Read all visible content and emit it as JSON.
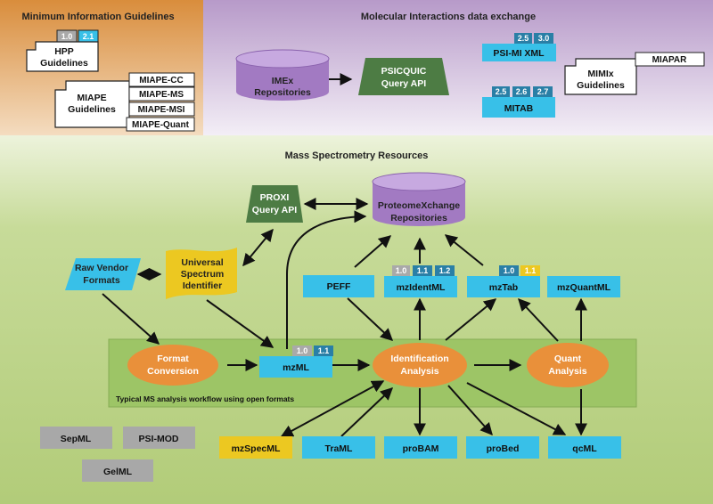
{
  "sections": {
    "min_info": "Minimum Information Guidelines",
    "mi_exchange": "Molecular Interactions data exchange",
    "ms_resources": "Mass Spectrometry Resources",
    "workflow_caption": "Typical MS analysis workflow using open formats"
  },
  "hpp": {
    "line1": "HPP",
    "line2": "Guidelines",
    "v1": "1.0",
    "v2": "2.1"
  },
  "miape": {
    "line1": "MIAPE",
    "line2": "Guidelines",
    "modules": [
      "MIAPE-CC",
      "MIAPE-MS",
      "MIAPE-MSI",
      "MIAPE-Quant"
    ]
  },
  "imex": {
    "line1": "IMEx",
    "line2": "Repositories"
  },
  "psicquic": {
    "line1": "PSICQUIC",
    "line2": "Query API"
  },
  "psimi": {
    "label": "PSI-MI XML",
    "v1": "2.5",
    "v2": "3.0"
  },
  "mitab": {
    "label": "MITAB",
    "v1": "2.5",
    "v2": "2.6",
    "v3": "2.7"
  },
  "mimix": {
    "line1": "MIMIx",
    "line2": "Guidelines",
    "tab": "MIAPAR"
  },
  "proxi": {
    "line1": "PROXI",
    "line2": "Query API"
  },
  "proteomexchange": {
    "line1": "ProteomeXchange",
    "line2": "Repositories"
  },
  "usi": {
    "line1": "Universal",
    "line2": "Spectrum",
    "line3": "Identifier"
  },
  "raw_vendor": {
    "line1": "Raw Vendor",
    "line2": "Formats"
  },
  "peff": "PEFF",
  "mzidentml": {
    "label": "mzIdentML",
    "v1": "1.0",
    "v2": "1.1",
    "v3": "1.2"
  },
  "mztab": {
    "label": "mzTab",
    "v1": "1.0",
    "v2": "1.1"
  },
  "mzquantml": "mzQuantML",
  "format_conversion": {
    "line1": "Format",
    "line2": "Conversion"
  },
  "mzml": {
    "label": "mzML",
    "v1": "1.0",
    "v2": "1.1"
  },
  "identification": {
    "line1": "Identification",
    "line2": "Analysis"
  },
  "quant": {
    "line1": "Quant",
    "line2": "Analysis"
  },
  "bottom_formats": [
    "mzSpecML",
    "TraML",
    "proBAM",
    "proBed",
    "qcML"
  ],
  "grey_formats": [
    "SepML",
    "PSI-MOD",
    "GelML"
  ],
  "colors": {
    "orange_panel": "#dea058",
    "purple_panel": "#cdb2d8",
    "green_panel": "#bfd58e",
    "workflow_band": "#9dc566",
    "cyan": "#38c0e8",
    "yellow": "#ecc821",
    "grey": "#a8a8a8",
    "orange_node": "#e9903a",
    "dark_green": "#4d7c44",
    "purple_cyl": "#a27ac2",
    "version_blue": "#2a7fa6",
    "version_grey": "#a9a9a9"
  }
}
